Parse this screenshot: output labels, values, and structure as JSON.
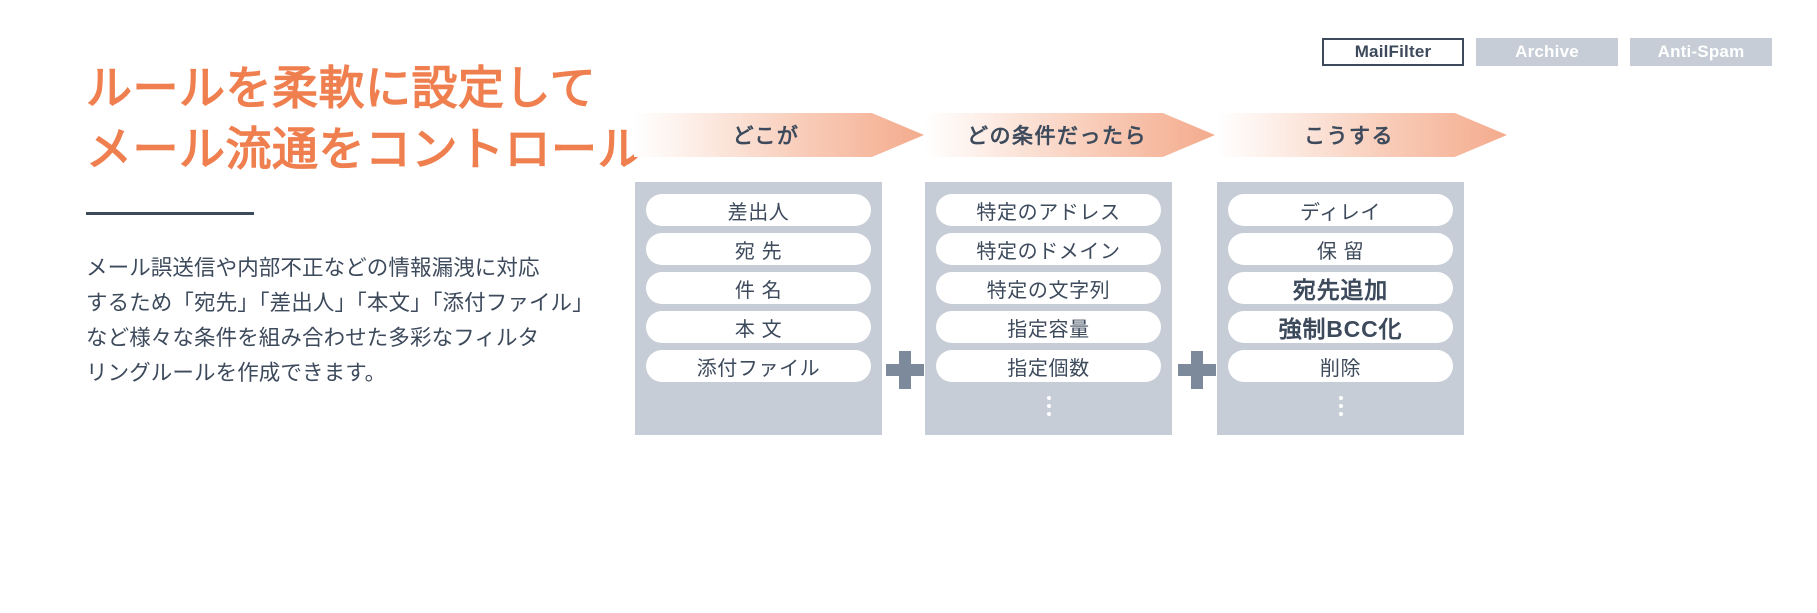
{
  "tabs": [
    {
      "label": "MailFilter",
      "state": "active"
    },
    {
      "label": "Archive",
      "state": "inactive"
    },
    {
      "label": "Anti-Spam",
      "state": "inactive"
    }
  ],
  "headline": {
    "line1": "ルールを柔軟に設定して",
    "line2": "メール流通をコントロール",
    "color": "#ef7f4f"
  },
  "body": {
    "line1": "メール誤送信や内部不正などの情報漏洩に対応",
    "line2": "するため「宛先」「差出人」「本文」「添付ファイル」",
    "line3": "など様々な条件を組み合わせた多彩なフィルタ",
    "line4": "リングルールを作成できます。"
  },
  "flow": {
    "plus_1": "+",
    "plus_2": "+",
    "groups": [
      {
        "banner": "どこが",
        "items": [
          {
            "label": "差出人",
            "emphasis": false
          },
          {
            "label": "宛 先",
            "emphasis": false
          },
          {
            "label": "件 名",
            "emphasis": false
          },
          {
            "label": "本 文",
            "emphasis": false
          },
          {
            "label": "添付ファイル",
            "emphasis": false
          }
        ],
        "more": false
      },
      {
        "banner": "どの条件だったら",
        "items": [
          {
            "label": "特定のアドレス",
            "emphasis": false
          },
          {
            "label": "特定のドメイン",
            "emphasis": false
          },
          {
            "label": "特定の文字列",
            "emphasis": false
          },
          {
            "label": "指定容量",
            "emphasis": false
          },
          {
            "label": "指定個数",
            "emphasis": false
          }
        ],
        "more": true
      },
      {
        "banner": "こうする",
        "items": [
          {
            "label": "ディレイ",
            "emphasis": false
          },
          {
            "label": "保 留",
            "emphasis": false
          },
          {
            "label": "宛先追加",
            "emphasis": true
          },
          {
            "label": "強制BCC化",
            "emphasis": true
          },
          {
            "label": "削除",
            "emphasis": false
          }
        ],
        "more": true
      }
    ]
  },
  "colors": {
    "accent_orange": "#ef7f4f",
    "ink": "#3d4a5c",
    "panel_gray": "#c6cdd6",
    "plus_gray": "#7d8a9b"
  }
}
